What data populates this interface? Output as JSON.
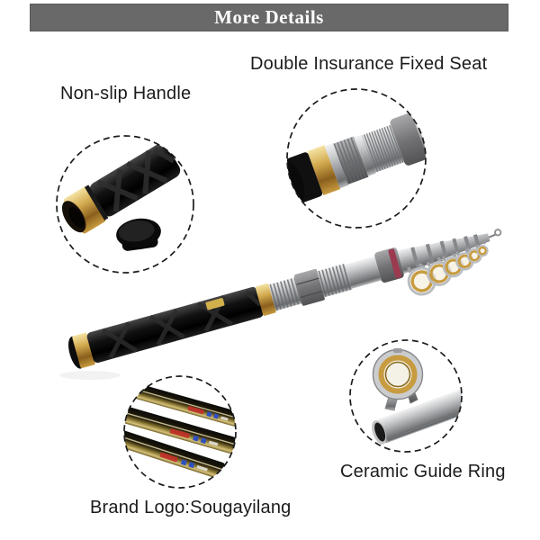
{
  "header": {
    "title": "More Details"
  },
  "annotations": {
    "non_slip_handle": "Non-slip Handle",
    "double_insurance_fixed_seat": "Double Insurance Fixed Seat",
    "ceramic_guide_ring": "Ceramic Guide Ring",
    "brand_logo": "Brand Logo:Sougayilang"
  },
  "callouts": [
    {
      "name": "non-slip-handle-closeup"
    },
    {
      "name": "fixed-seat-closeup"
    },
    {
      "name": "brand-logo-closeup"
    },
    {
      "name": "ceramic-guide-ring-closeup"
    }
  ],
  "product": {
    "subject": "telescopic fishing rod"
  },
  "colors": {
    "banner_bg": "#696969",
    "banner_text": "#ffffff",
    "label_text": "#1b1b1b",
    "gold": "#c79b3f",
    "silver": "#c7c9cb",
    "handle_black": "#0a0a0a",
    "maroon_band": "#9c3a50",
    "logo_red": "#c03028",
    "logo_blue": "#3050c0"
  }
}
